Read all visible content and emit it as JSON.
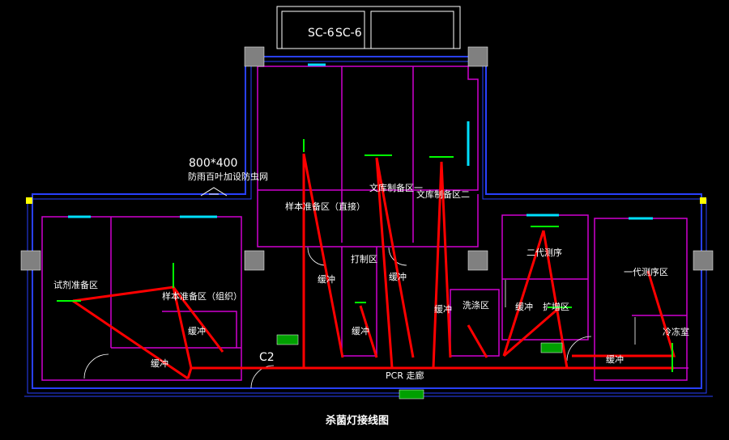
{
  "title": "杀菌灯接线图",
  "equipment": {
    "left": "SC-6",
    "right": "SC-6"
  },
  "note": {
    "size": "800*400",
    "desc": "防雨百叶加设防虫网"
  },
  "rooms": {
    "sample_prep": "样本准备区（直接）",
    "culture_a": "文库制备区一",
    "culture_b": "文库制备区二",
    "print": "打制区",
    "second_gen": "二代测序",
    "third_gen": "一代测序区",
    "reagent": "试剂准备区",
    "specimen": "样本准备区（组织）",
    "wash": "洗涤区",
    "amplify": "扩增区",
    "freeze": "冷冻室",
    "corridor": "PCR 走廊",
    "c2": "C2",
    "buffer": "缓冲"
  },
  "colors": {
    "wall": "#d000d0",
    "outer": "#2840ff",
    "line": "#ff0000",
    "lamp": "#00ff00",
    "column": "#808080",
    "window": "#00e0ff",
    "text": "#ffffff"
  }
}
